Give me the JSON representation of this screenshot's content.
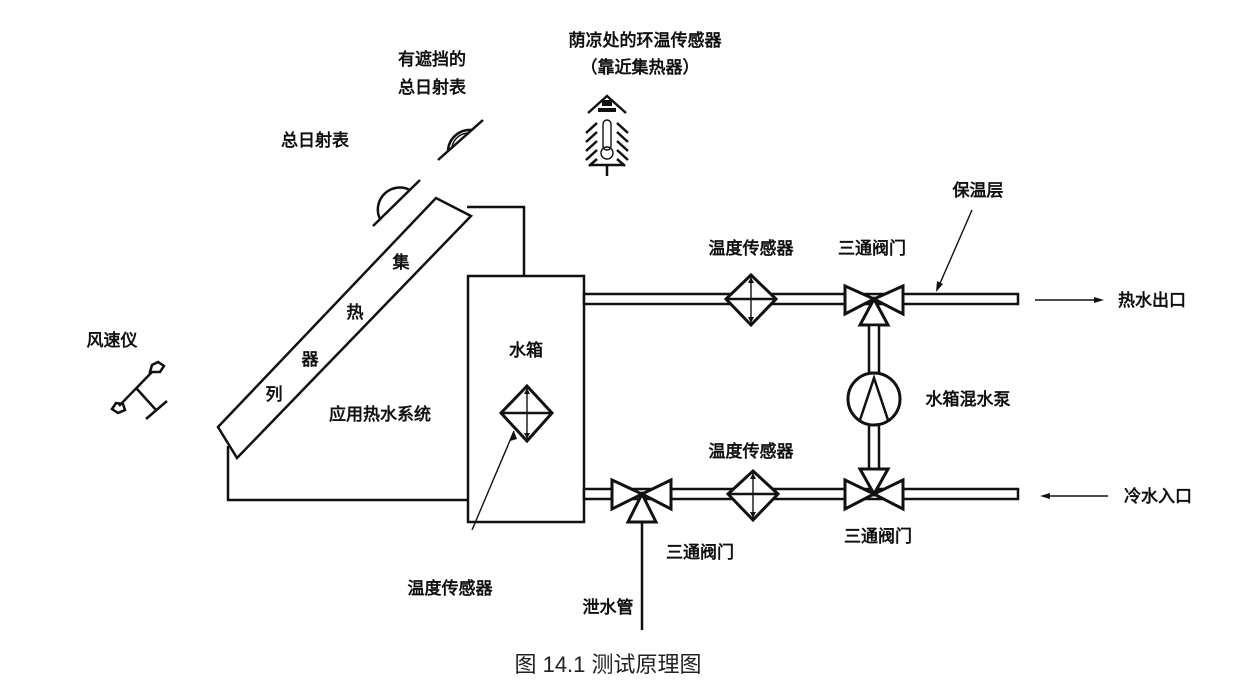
{
  "figure": {
    "caption": "图 14.1  测试原理图",
    "labels": {
      "shaded_ambient_sensor_line1": "荫凉处的环温传感器",
      "shaded_ambient_sensor_line2": "（靠近集热器）",
      "shaded_pyranometer_line1": "有遮挡的",
      "shaded_pyranometer_line2": "总日射表",
      "pyranometer": "总日射表",
      "anemometer": "风速仪",
      "collector_chars": [
        "集",
        "热",
        "器",
        "列"
      ],
      "application_system": "应用热水系统",
      "tank": "水箱",
      "tank_temp_sensor": "温度传感器",
      "top_temp_sensor": "温度传感器",
      "top_three_way_valve": "三通阀门",
      "insulation": "保温层",
      "hot_water_outlet": "热水出口",
      "mixing_pump": "水箱混水泵",
      "bottom_temp_sensor": "温度传感器",
      "cold_water_inlet": "冷水入口",
      "left_three_way_valve": "三通阀门",
      "right_three_way_valve": "三通阀门",
      "drain_pipe": "泄水管"
    }
  }
}
